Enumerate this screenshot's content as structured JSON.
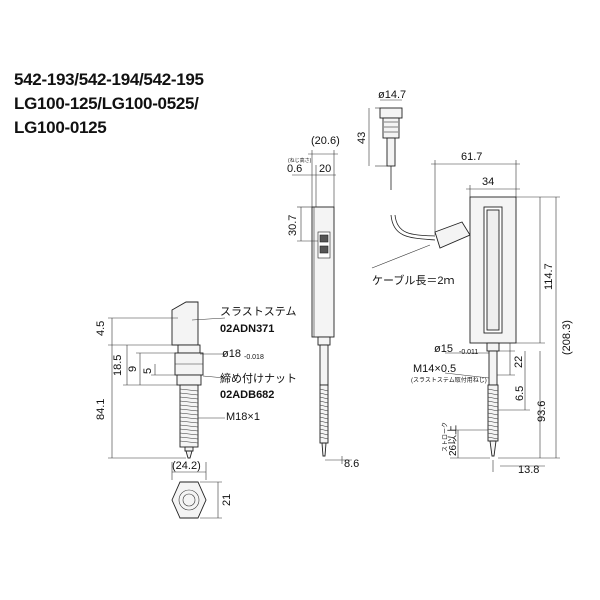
{
  "title": {
    "line1": "542-193/542-194/542-195",
    "line2": "LG100-125/LG100-0525/",
    "line3": "LG100-0125"
  },
  "side_view": {
    "dim_top": "4.5",
    "dim_18_5": "18.5",
    "dim_9": "9",
    "dim_5": "5",
    "dim_84_1": "84.1",
    "bottom_width": "(24.2)",
    "hex_height": "21",
    "stem_label": "スラストステム",
    "stem_part": "02ADN371",
    "dia_label": "ø18",
    "dia_tol": "-0.018",
    "nut_label": "締め付けナット",
    "nut_part": "02ADB682",
    "thread_label": "M18×1"
  },
  "front_view": {
    "dim_20_6": "(20.6)",
    "small_note": "(ねじ高さ)",
    "dim_0_6": "0.6",
    "dim_20": "20",
    "dim_30_7": "30.7",
    "dim_8_6": "8.6"
  },
  "cable_view": {
    "dia_14_7": "ø14.7",
    "dim_43": "43",
    "cable_label": "ケーブル長＝2ｍ"
  },
  "unit_view": {
    "dim_61_7": "61.7",
    "dim_34": "34",
    "dim_114_7": "114.7",
    "dim_208_3": "(208.3)",
    "dia_15": "ø15",
    "dia_15_tol": "-0.011",
    "dim_22": "22",
    "thread": "M14×0.5",
    "stem_note": "(スラストステム取付用ねじ)",
    "dim_6_5": "6.5",
    "dim_93_6": "93.6",
    "stroke_label": "ストローク",
    "stroke_value": "26以上",
    "dim_13_8": "13.8"
  }
}
